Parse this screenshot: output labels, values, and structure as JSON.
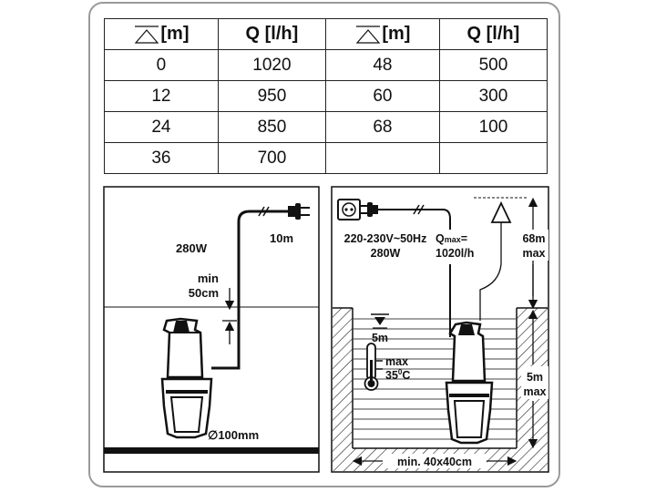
{
  "table": {
    "head_unit": "[m]",
    "head_flow": "Q [l/h]",
    "left_rows": [
      {
        "h": "0",
        "q": "1020"
      },
      {
        "h": "12",
        "q": "950"
      },
      {
        "h": "24",
        "q": "850"
      },
      {
        "h": "36",
        "q": "700"
      }
    ],
    "right_rows": [
      {
        "h": "48",
        "q": "500"
      },
      {
        "h": "60",
        "q": "300"
      },
      {
        "h": "68",
        "q": "100"
      },
      {
        "h": "",
        "q": ""
      }
    ]
  },
  "left_diagram": {
    "power": "280W",
    "cable": "10m",
    "min_label": "min",
    "min_value": "50cm",
    "diameter": "∅100mm"
  },
  "right_diagram": {
    "voltage": "220-230V~50Hz",
    "power": "280W",
    "qmax_q": "Q",
    "qmax_sub": "max",
    "qmax_eq": "=",
    "qmax_value": "1020l/h",
    "head_value": "68m",
    "head_max": "max",
    "depth": "5m",
    "temp_max": "max",
    "temp_value": "35",
    "temp_deg": "0",
    "temp_unit": "C",
    "well_value": "5m",
    "well_max": "max",
    "pit": "min. 40x40cm"
  }
}
